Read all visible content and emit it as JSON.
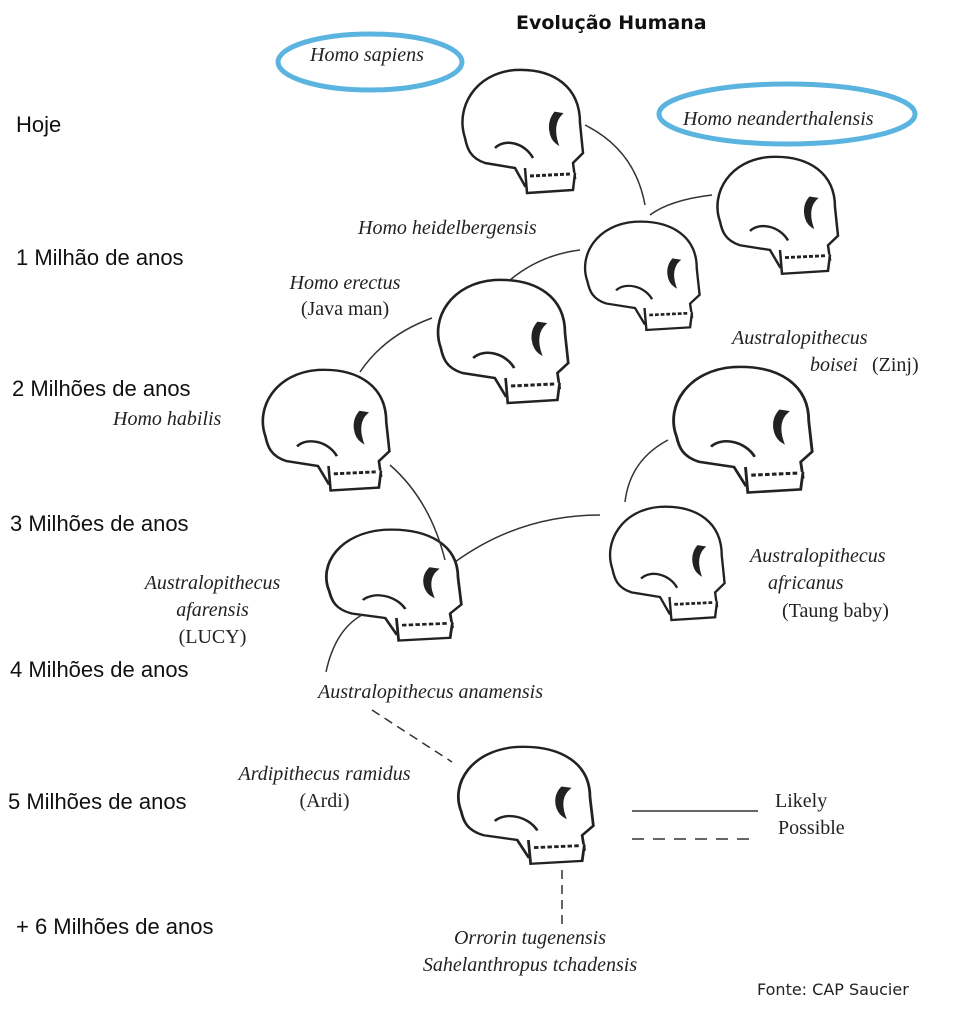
{
  "title": "Evolução Humana",
  "timeline": [
    "Hoje",
    "1 Milhão de anos",
    "2 Milhões de anos",
    "3 Milhões de anos",
    "4 Milhões de anos",
    "5 Milhões de anos",
    "+ 6 Milhões de anos"
  ],
  "species": {
    "sapiens": "Homo sapiens",
    "neanderthalensis": "Homo neanderthalensis",
    "heidelbergensis": "Homo heidelbergensis",
    "erectus": "Homo erectus",
    "erectus_note": "(Java man)",
    "boisei_1": "Australopithecus",
    "boisei_2": "boisei",
    "boisei_note": "(Zinj)",
    "habilis": "Homo habilis",
    "afarensis_1": "Australopithecus",
    "afarensis_2": "afarensis",
    "afarensis_note": "(LUCY)",
    "africanus_1": "Australopithecus",
    "africanus_2": "africanus",
    "africanus_note": "(Taung baby)",
    "anamensis": "Australopithecus anamensis",
    "ramidus": "Ardipithecus ramidus",
    "ramidus_note": "(Ardi)",
    "orrorin": "Orrorin tugenensis",
    "sahelanthropus": "Sahelanthropus tchadensis"
  },
  "legend": {
    "likely": "Likely",
    "possible": "Possible"
  },
  "source": "Fonte: CAP Saucier",
  "colors": {
    "highlight": "#5bb4e0",
    "ink": "#222222"
  }
}
